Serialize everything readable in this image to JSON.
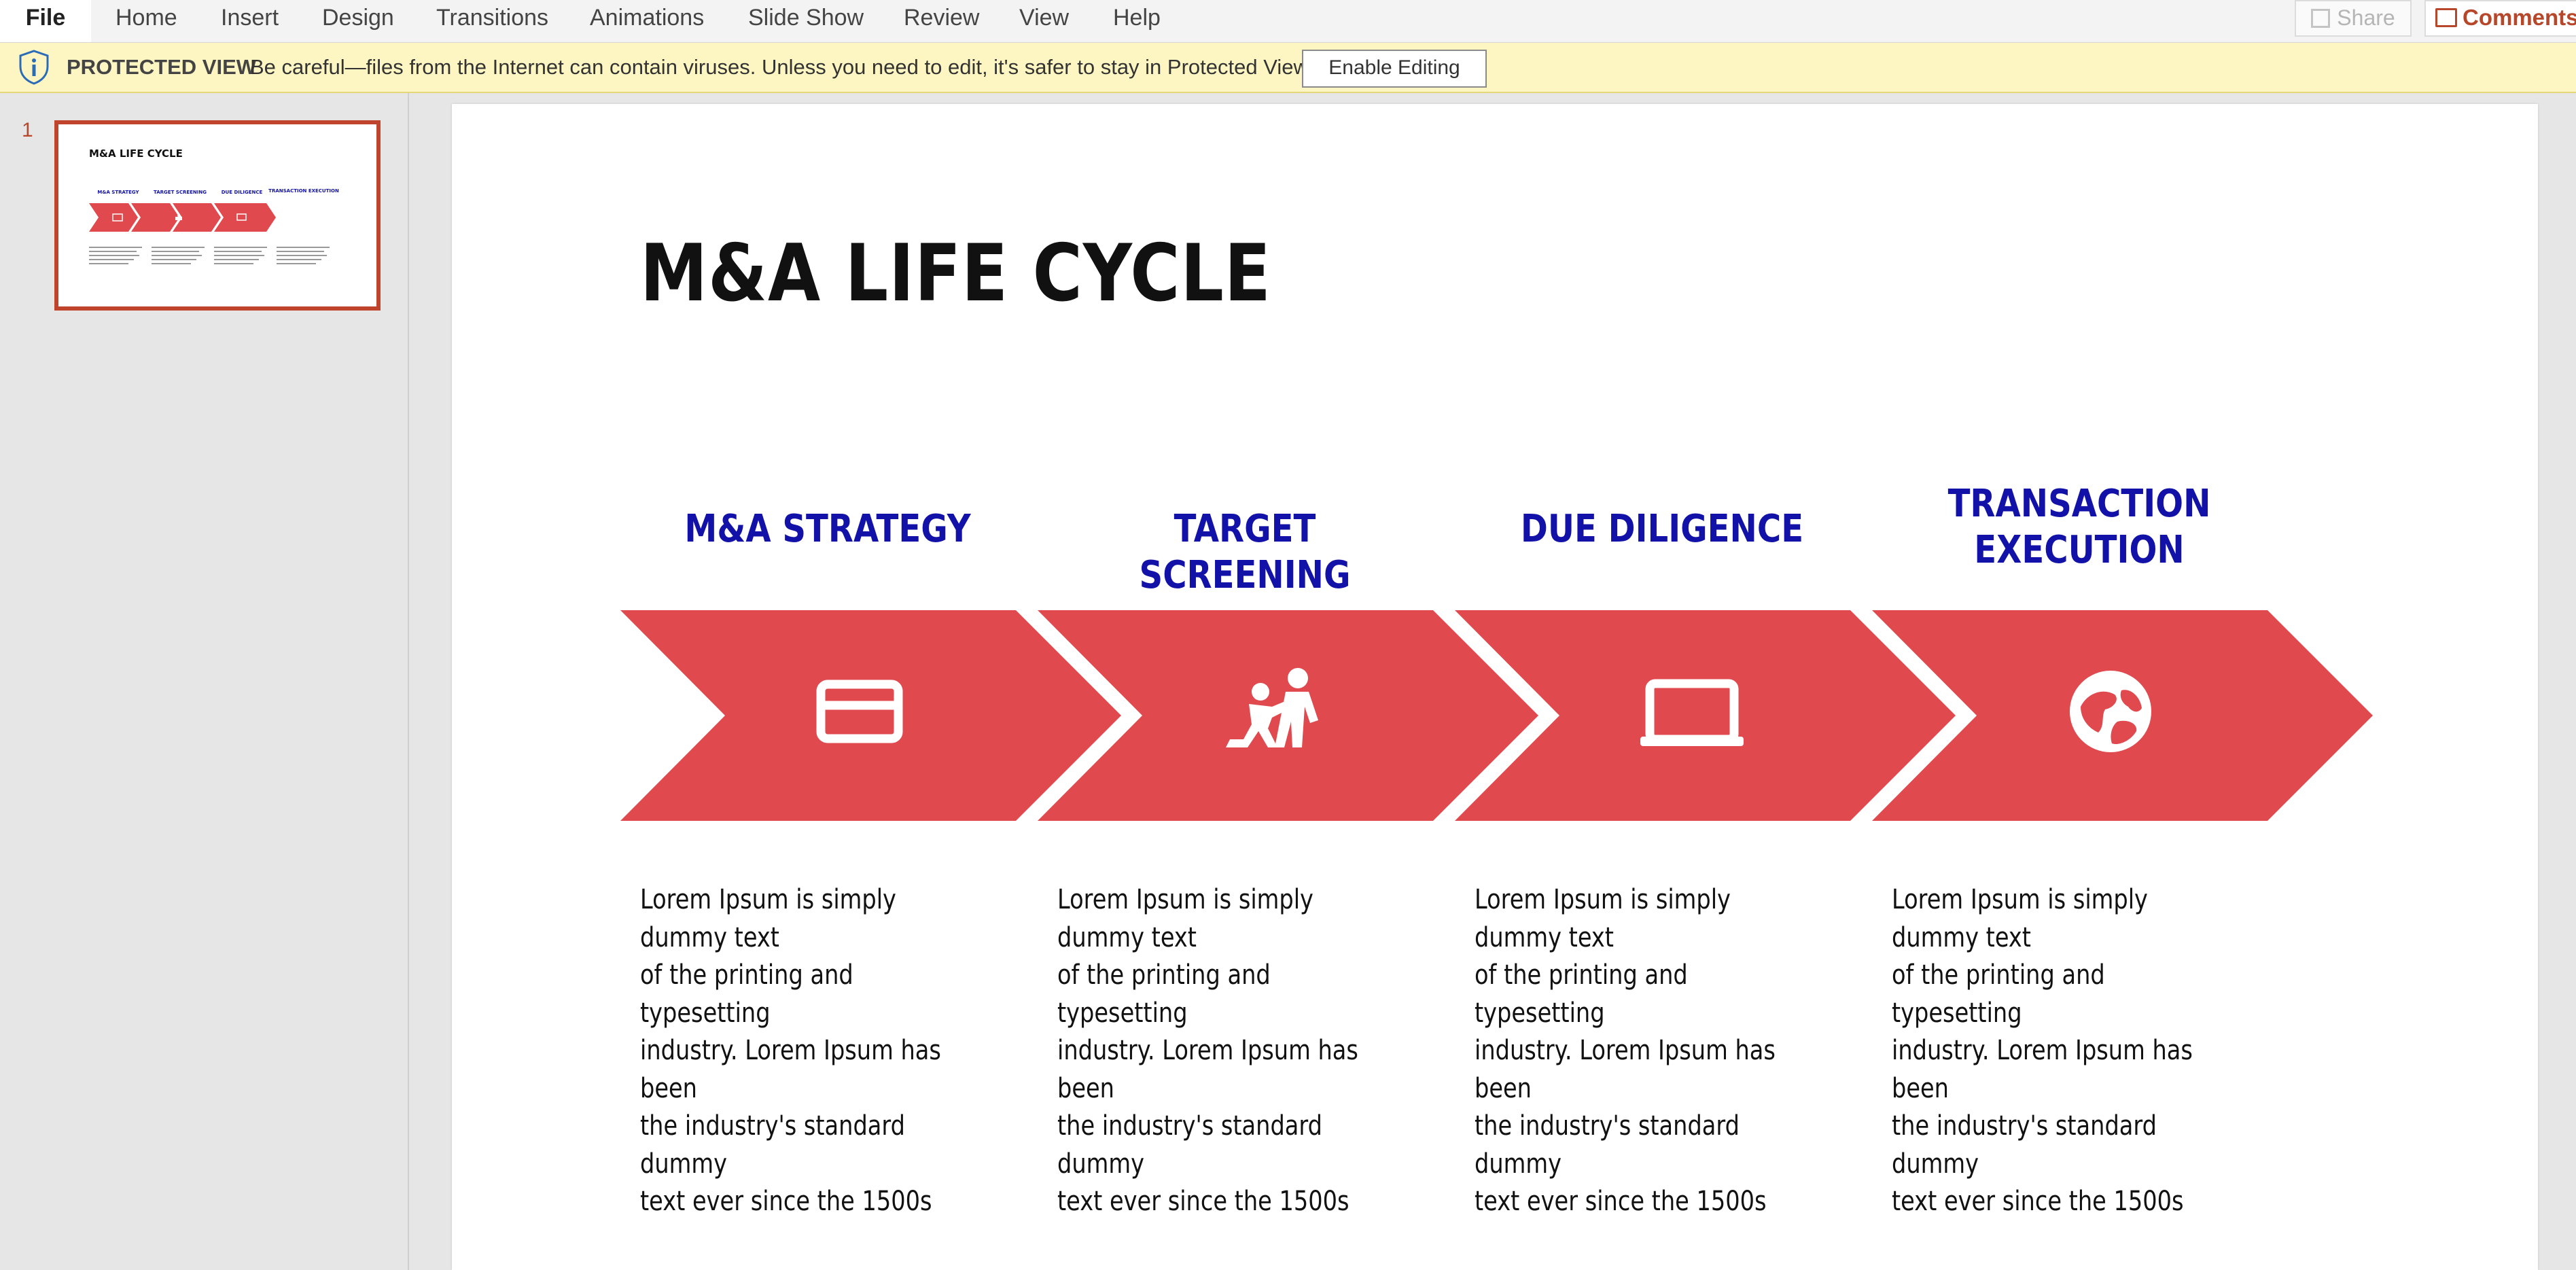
{
  "ribbon": {
    "tabs": [
      "File",
      "Home",
      "Insert",
      "Design",
      "Transitions",
      "Animations",
      "Slide Show",
      "Review",
      "View",
      "Help"
    ],
    "share_label": "Share",
    "comments_label": "Comments"
  },
  "protected_view": {
    "title": "PROTECTED VIEW",
    "message": "Be careful—files from the Internet can contain viruses. Unless you need to edit, it's safer to stay in Protected View.",
    "button_label": "Enable Editing"
  },
  "thumbnails": {
    "slide_number": "1"
  },
  "slide": {
    "title": "M&A LIFE CYCLE",
    "accent_color": "#e04a4e",
    "stage_title_color": "#1212a8",
    "stages": [
      {
        "title": "M&A STRATEGY",
        "icon": "credit-card-icon",
        "body": [
          "Lorem Ipsum is simply dummy text",
          "of the printing and typesetting",
          "industry. Lorem Ipsum has been",
          "the industry's standard dummy",
          "text ever since the 1500s"
        ]
      },
      {
        "title": "TARGET SCREENING",
        "icon": "people-helping-icon",
        "body": [
          "Lorem Ipsum is simply dummy text",
          "of the printing and typesetting",
          "industry. Lorem Ipsum has been",
          "the industry's standard dummy",
          "text ever since the 1500s"
        ]
      },
      {
        "title": "DUE DILIGENCE",
        "icon": "laptop-icon",
        "body": [
          "Lorem Ipsum is simply dummy text",
          "of the printing and typesetting",
          "industry. Lorem Ipsum has been",
          "the industry's standard dummy",
          "text ever since the 1500s"
        ]
      },
      {
        "title": "TRANSACTION EXECUTION",
        "icon": "globe-icon",
        "body": [
          "Lorem Ipsum is simply dummy text",
          "of the printing and typesetting",
          "industry. Lorem Ipsum has been",
          "the industry's standard dummy",
          "text ever since the 1500s"
        ]
      }
    ]
  }
}
